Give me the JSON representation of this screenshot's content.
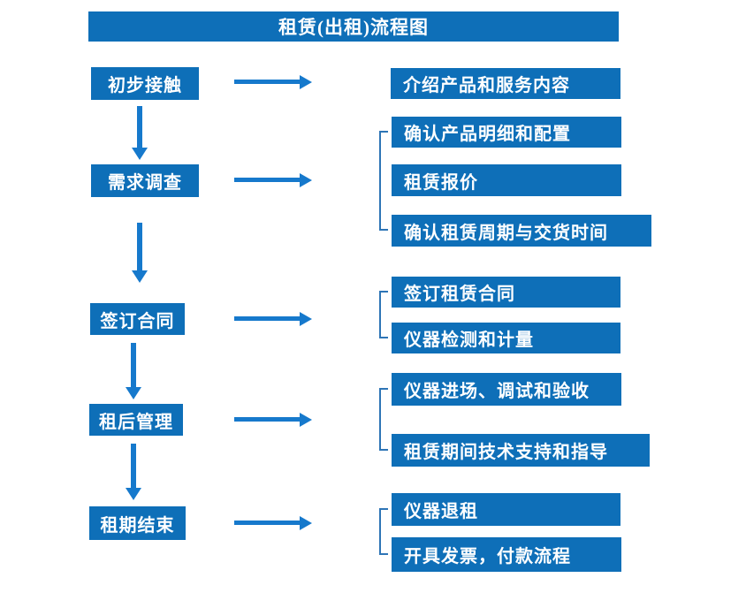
{
  "title": "租赁(出租)流程图",
  "colors": {
    "box_blue": "#0e6fb8",
    "arrow_blue": "#1679cc",
    "bracket_blue": "#2e75b6",
    "text_white": "#ffffff"
  },
  "flow": {
    "stages": [
      "初步接触",
      "需求调查",
      "签订合同",
      "租后管理",
      "租期结束"
    ],
    "details": [
      {
        "items": [
          "介绍产品和服务内容"
        ]
      },
      {
        "items": [
          "确认产品明细和配置",
          "租赁报价",
          "确认租赁周期与交货时间"
        ]
      },
      {
        "items": [
          "签订租赁合同",
          "仪器检测和计量"
        ]
      },
      {
        "items": [
          "仪器进场、调试和验收",
          "租赁期间技术支持和指导"
        ]
      },
      {
        "items": [
          "仪器退租",
          "开具发票，付款流程"
        ]
      }
    ]
  }
}
